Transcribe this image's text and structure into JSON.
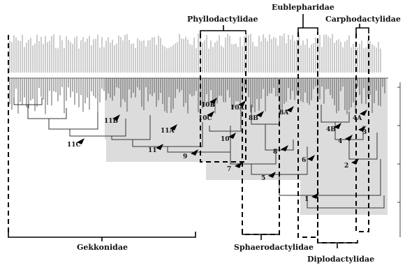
{
  "families": {
    "phyllodactylidae": "Phyllodactylidae",
    "eublepharidae": "Eublepharidae",
    "carphodactylidae": "Carphodactylidae",
    "gekkonidae": "Gekkonidae",
    "sphaerodactylidae": "Sphaerodactylidae",
    "diplodactylidae": "Diplodactylidae"
  },
  "node_labels": {
    "n1": "1",
    "n2": "2",
    "n3": "3",
    "n4": "4",
    "n4A": "4A",
    "n4B": "4B",
    "n5": "5",
    "n6": "6",
    "n7": "7",
    "n8": "8",
    "n8A": "8A",
    "n8B": "8B",
    "n9": "9",
    "n10": "10",
    "n10A": "10A",
    "n10B": "10B",
    "n10C": "10C",
    "n11": "11",
    "n11A": "11A",
    "n11B": "11B",
    "n11C": "11C"
  },
  "colors": {
    "shading": "#d9d9d9",
    "lines": "#222222",
    "text": "#111111"
  }
}
